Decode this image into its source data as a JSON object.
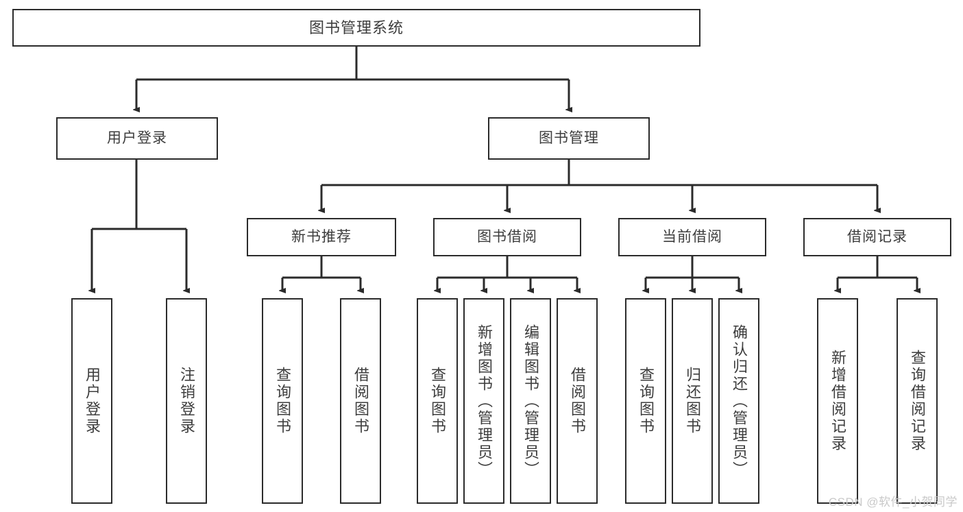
{
  "diagram": {
    "title": "图书管理系统",
    "type": "hierarchy-tree",
    "watermark": "CSDN @软件_小贺同学",
    "colors": {
      "box_border": "#2b2b2b",
      "box_fill": "#ffffff",
      "connector": "#2b2b2b",
      "text": "#3d3d3d",
      "watermark": "#c9c9c9"
    },
    "nodes": {
      "root": {
        "label": "图书管理系统"
      },
      "level2": [
        {
          "label": "用户登录"
        },
        {
          "label": "图书管理"
        }
      ],
      "level3": [
        {
          "label": "新书推荐"
        },
        {
          "label": "图书借阅"
        },
        {
          "label": "当前借阅"
        },
        {
          "label": "借阅记录"
        }
      ],
      "leaves": {
        "user_login": [
          {
            "label": "用户登录"
          },
          {
            "label": "注销登录"
          }
        ],
        "new_book_recommend": [
          {
            "label": "查询图书"
          },
          {
            "label": "借阅图书"
          }
        ],
        "book_borrow": [
          {
            "label": "查询图书"
          },
          {
            "label": "新增图书（管理员）"
          },
          {
            "label": "编辑图书（管理员）"
          },
          {
            "label": "借阅图书"
          }
        ],
        "current_borrow": [
          {
            "label": "查询图书"
          },
          {
            "label": "归还图书"
          },
          {
            "label": "确认归还（管理员）"
          }
        ],
        "borrow_record": [
          {
            "label": "新增借阅记录"
          },
          {
            "label": "查询借阅记录"
          }
        ]
      }
    }
  }
}
